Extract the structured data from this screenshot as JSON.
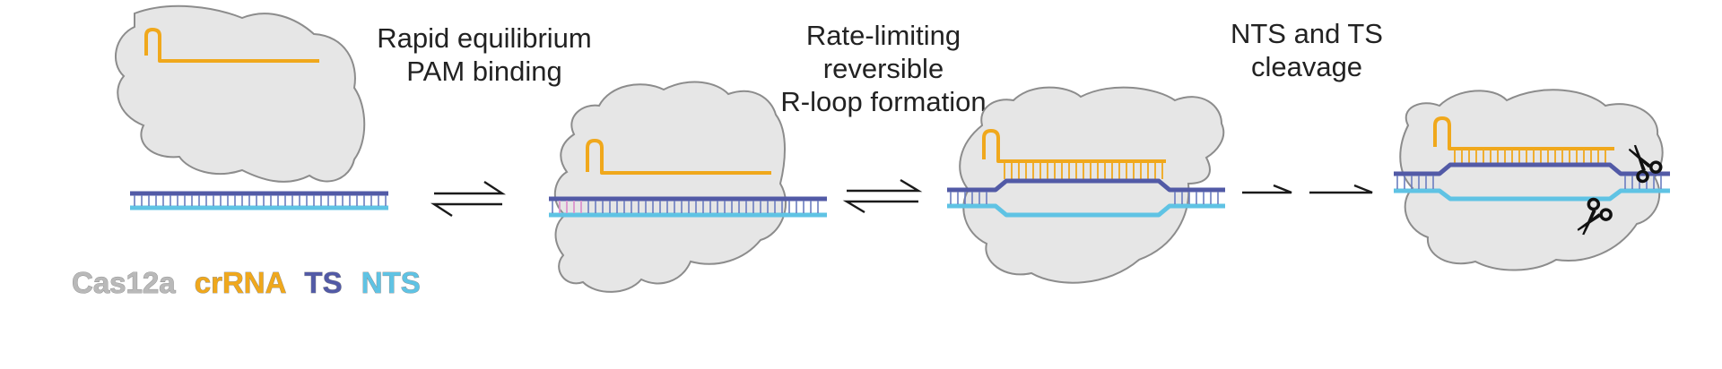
{
  "steps": [
    {
      "label_line1": "Rapid equilibrium",
      "label_line2": "PAM binding",
      "label_line3": ""
    },
    {
      "label_line1": "Rate-limiting",
      "label_line2": "reversible",
      "label_line3": "R-loop formation"
    },
    {
      "label_line1": "NTS and TS",
      "label_line2": "cleavage",
      "label_line3": ""
    }
  ],
  "legend": [
    {
      "text": "Cas12a",
      "color": "#b9b9b9"
    },
    {
      "text": "crRNA",
      "color": "#f0a81c"
    },
    {
      "text": "TS",
      "color": "#525aa6"
    },
    {
      "text": "NTS",
      "color": "#5fc3e4"
    }
  ],
  "colors": {
    "protein_fill": "#e6e6e6",
    "protein_stroke": "#8c8c8c",
    "crrna": "#f0a81c",
    "target_strand": "#525aa6",
    "non_target_strand": "#5fc3e4",
    "pam_highlight": "#e39bd0"
  },
  "icons": [
    "equilibrium-arrows-icon",
    "irreversible-arrows-icon",
    "scissors-icon"
  ]
}
